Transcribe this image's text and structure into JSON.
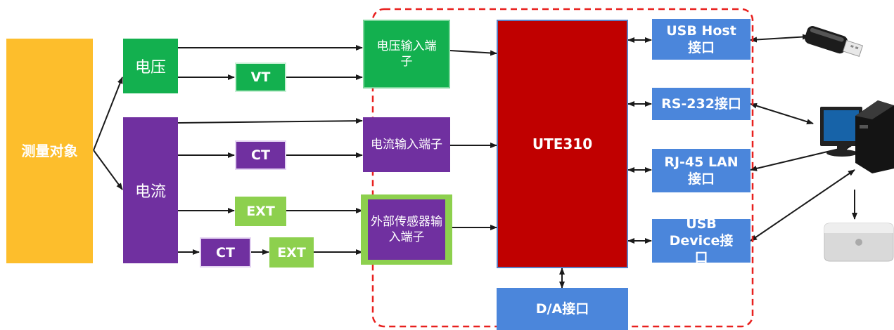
{
  "nodes": {
    "measure": "测量对象",
    "voltage": "电压",
    "current": "电流",
    "vt": "VT",
    "ct1": "CT",
    "ext1": "EXT",
    "ct2": "CT",
    "ext2": "EXT",
    "vin": "电压输入端子",
    "iin": "电流输入端子",
    "sensor": "外部传感器输入端子",
    "core": "UTE310",
    "usb_host": "USB Host 接口",
    "rs232": "RS-232接口",
    "rj45": "RJ-45 LAN 接口",
    "usb_dev": "USB Device接口",
    "da": "D/A接口"
  },
  "colors": {
    "orange": "#FDBE2C",
    "green": "#13B04F",
    "light_green": "#8DD04E",
    "purple": "#7030A0",
    "red": "#C00000",
    "blue": "#4B86DB",
    "dash": "#E8201E"
  },
  "icons": [
    "usb-drive-icon",
    "desktop-computer-icon",
    "mac-mini-icon"
  ]
}
